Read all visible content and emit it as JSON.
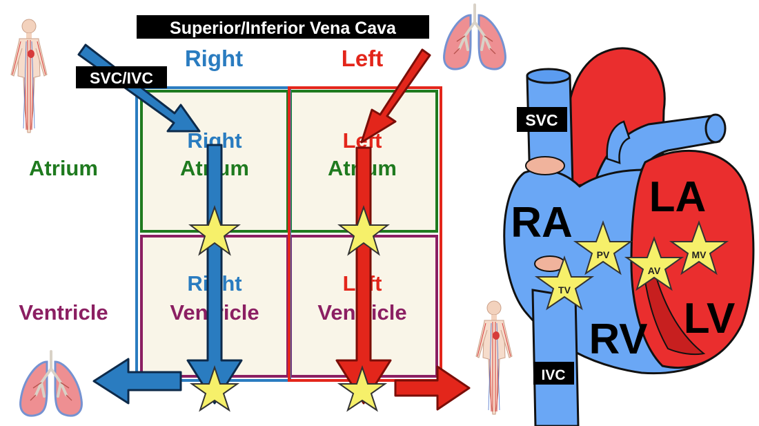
{
  "title_banner": "Superior/Inferior Vena Cava",
  "columns": {
    "right": "Right",
    "left": "Left"
  },
  "rows": {
    "atrium": "Atrium",
    "ventricle": "Ventricle"
  },
  "cells": {
    "right_atrium": {
      "line1": "Right",
      "line2": "Atrium"
    },
    "left_atrium": {
      "line1": "Left",
      "line2": "Atrium"
    },
    "right_ventricle": {
      "line1": "Right",
      "line2": "Ventricle"
    },
    "left_ventricle": {
      "line1": "Left",
      "line2": "Ventricle"
    }
  },
  "labels": {
    "svc_ivc": "SVC/IVC",
    "svc": "SVC",
    "ivc": "IVC"
  },
  "chambers": {
    "ra": "RA",
    "rv": "RV",
    "la": "LA",
    "lv": "LV"
  },
  "valves": {
    "tv": "TV",
    "pv": "PV",
    "av": "AV",
    "mv": "MV"
  },
  "colors": {
    "right_blue": "#2a7cc0",
    "left_red": "#e3261b",
    "atrium_green": "#1f7a1f",
    "ventricle_purple": "#8b1f62",
    "cell_fill": "#f9f5e8",
    "star_yellow": "#f6f06a",
    "heart_blue": "#6aa7f5",
    "heart_red": "#ea2e2e"
  }
}
